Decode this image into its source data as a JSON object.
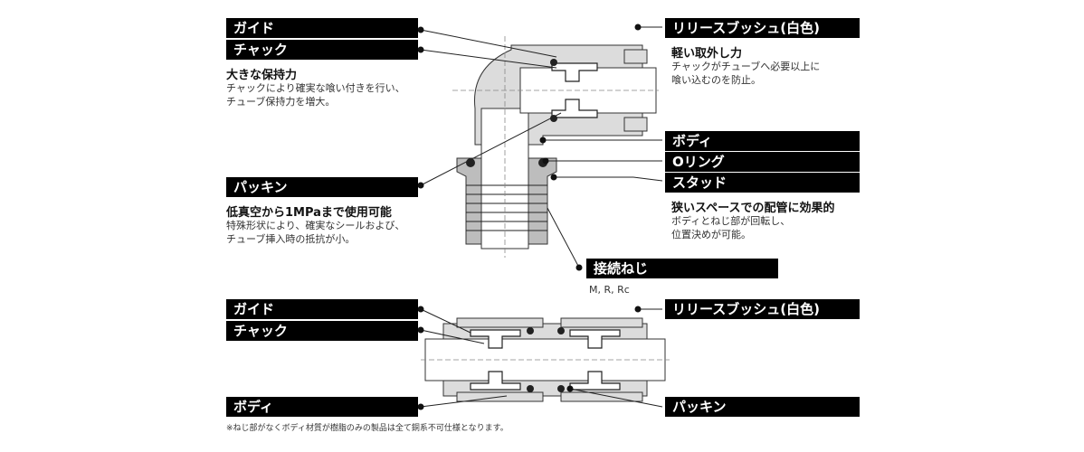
{
  "upper": {
    "guide": "ガイド",
    "chuck": "チャック",
    "chuck_head": "大きな保持力",
    "chuck_desc1": "チャックにより確実な喰い付きを行い、",
    "chuck_desc2": "チューブ保持力を増大。",
    "packing": "パッキン",
    "packing_head": "低真空から1MPaまで使用可能",
    "packing_desc1": "特殊形状により、確実なシールおよび、",
    "packing_desc2": "チューブ挿入時の抵抗が小。",
    "release": "リリースブッシュ(白色)",
    "release_head": "軽い取外し力",
    "release_desc1": "チャックがチューブへ必要以上に",
    "release_desc2": "喰い込むのを防止。",
    "body": "ボディ",
    "oring": "Oリング",
    "stud": "スタッド",
    "stud_head": "狭いスペースでの配管に効果的",
    "stud_desc1": "ボディとねじ部が回転し、",
    "stud_desc2": "位置決めが可能。",
    "thread": "接続ねじ",
    "thread_desc": "M, R, Rc"
  },
  "lower": {
    "guide": "ガイド",
    "chuck": "チャック",
    "body": "ボディ",
    "release": "リリースブッシュ(白色)",
    "packing": "パッキン",
    "note": "※ねじ部がなくボディ材質が樹脂のみの製品は全て銅系不可仕様となります。"
  }
}
